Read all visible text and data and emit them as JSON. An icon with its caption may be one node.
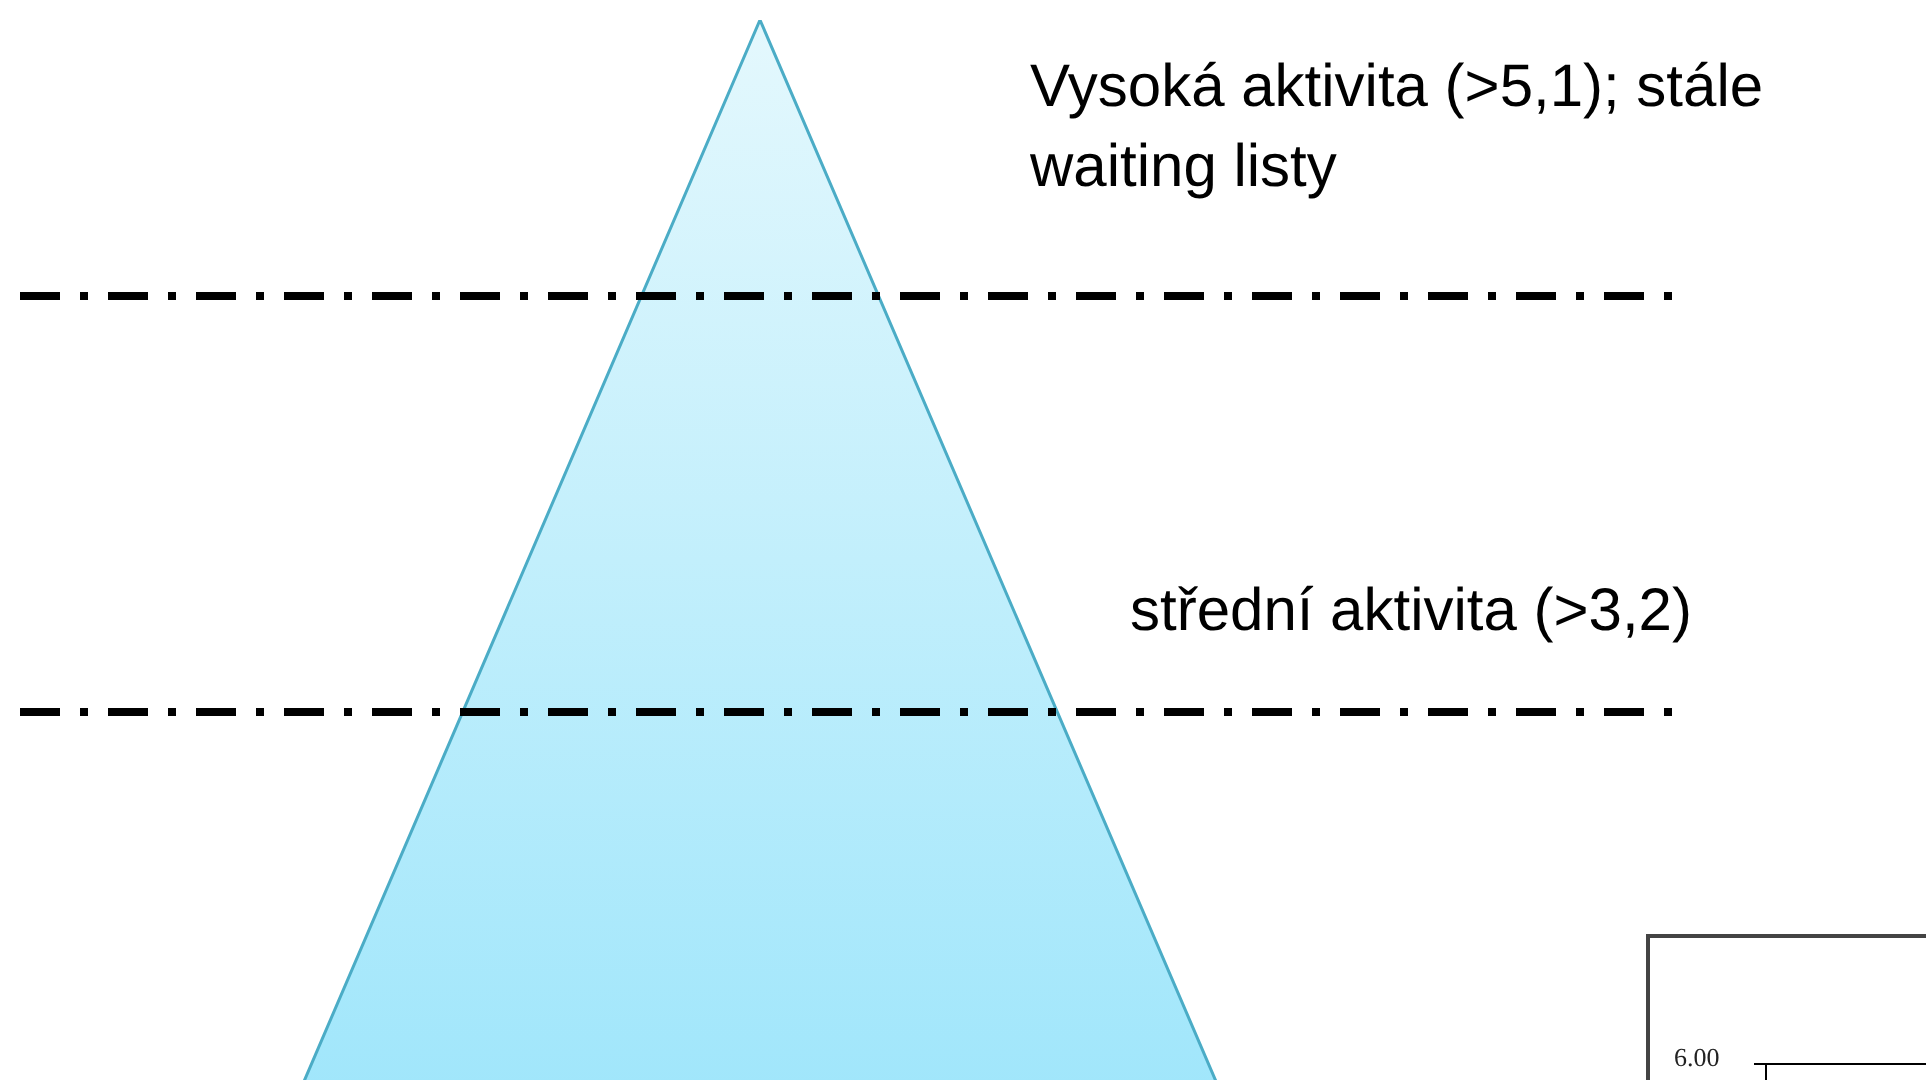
{
  "diagram": {
    "nodes": [
      {
        "text": [],
        "shape": "triangle"
      }
    ],
    "labels": [
      "Vysoká aktivita (>5,1); stále waiting listy",
      "střední aktivita (>3,2)",
      "6.00"
    ]
  }
}
